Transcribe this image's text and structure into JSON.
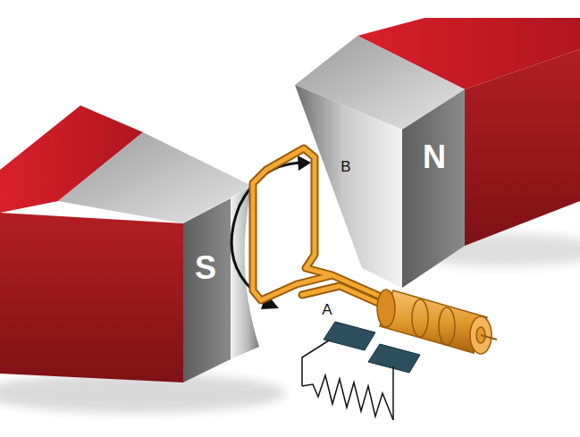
{
  "diagram": {
    "labels": [
      "N",
      "B",
      "S",
      "A"
    ]
  }
}
